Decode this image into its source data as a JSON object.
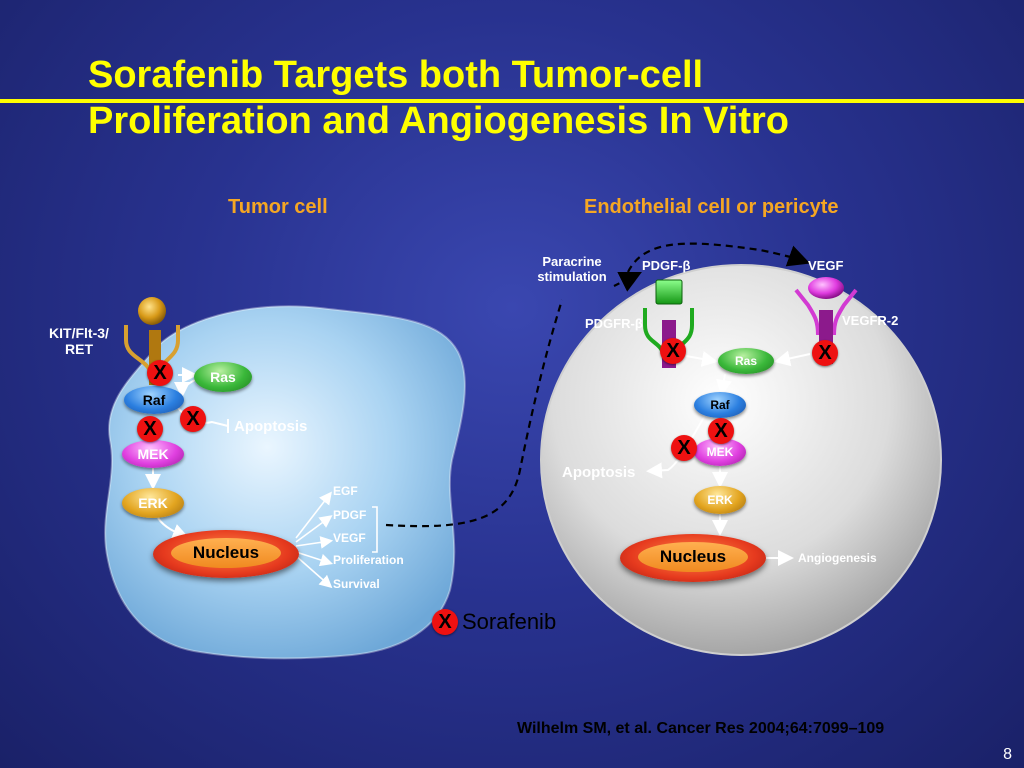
{
  "slide": {
    "title_line1": "Sorafenib Targets both Tumor-cell",
    "title_line2": "Proliferation and Angiogenesis In Vitro",
    "page_number": "8",
    "citation": "Wilhelm SM, et al. Cancer Res 2004;64:7099–109"
  },
  "tumor_cell": {
    "heading": "Tumor cell",
    "receptor_label_line1": "KIT/Flt-3/",
    "receptor_label_line2": "RET",
    "ras": "Ras",
    "raf": "Raf",
    "mek": "MEK",
    "erk": "ERK",
    "nucleus": "Nucleus",
    "apoptosis": "Apoptosis",
    "outputs": [
      "EGF",
      "PDGF",
      "VEGF",
      "Proliferation",
      "Survival"
    ]
  },
  "endothelial_cell": {
    "heading": "Endothelial cell or pericyte",
    "paracrine_line1": "Paracrine",
    "paracrine_line2": "stimulation",
    "pdgf_ligand": "PDGF-β",
    "vegf_ligand": "VEGF",
    "pdgf_receptor": "PDGFR-β",
    "vegf_receptor": "VEGFR-2",
    "ras": "Ras",
    "raf": "Raf",
    "mek": "MEK",
    "erk": "ERK",
    "nucleus": "Nucleus",
    "apoptosis": "Apoptosis",
    "angiogenesis": "Angiogenesis"
  },
  "legend": {
    "mark": "X",
    "label": "Sorafenib"
  },
  "colors": {
    "title": "#ffff00",
    "heading": "#f5a623",
    "inhibitor": "#ee1111"
  }
}
